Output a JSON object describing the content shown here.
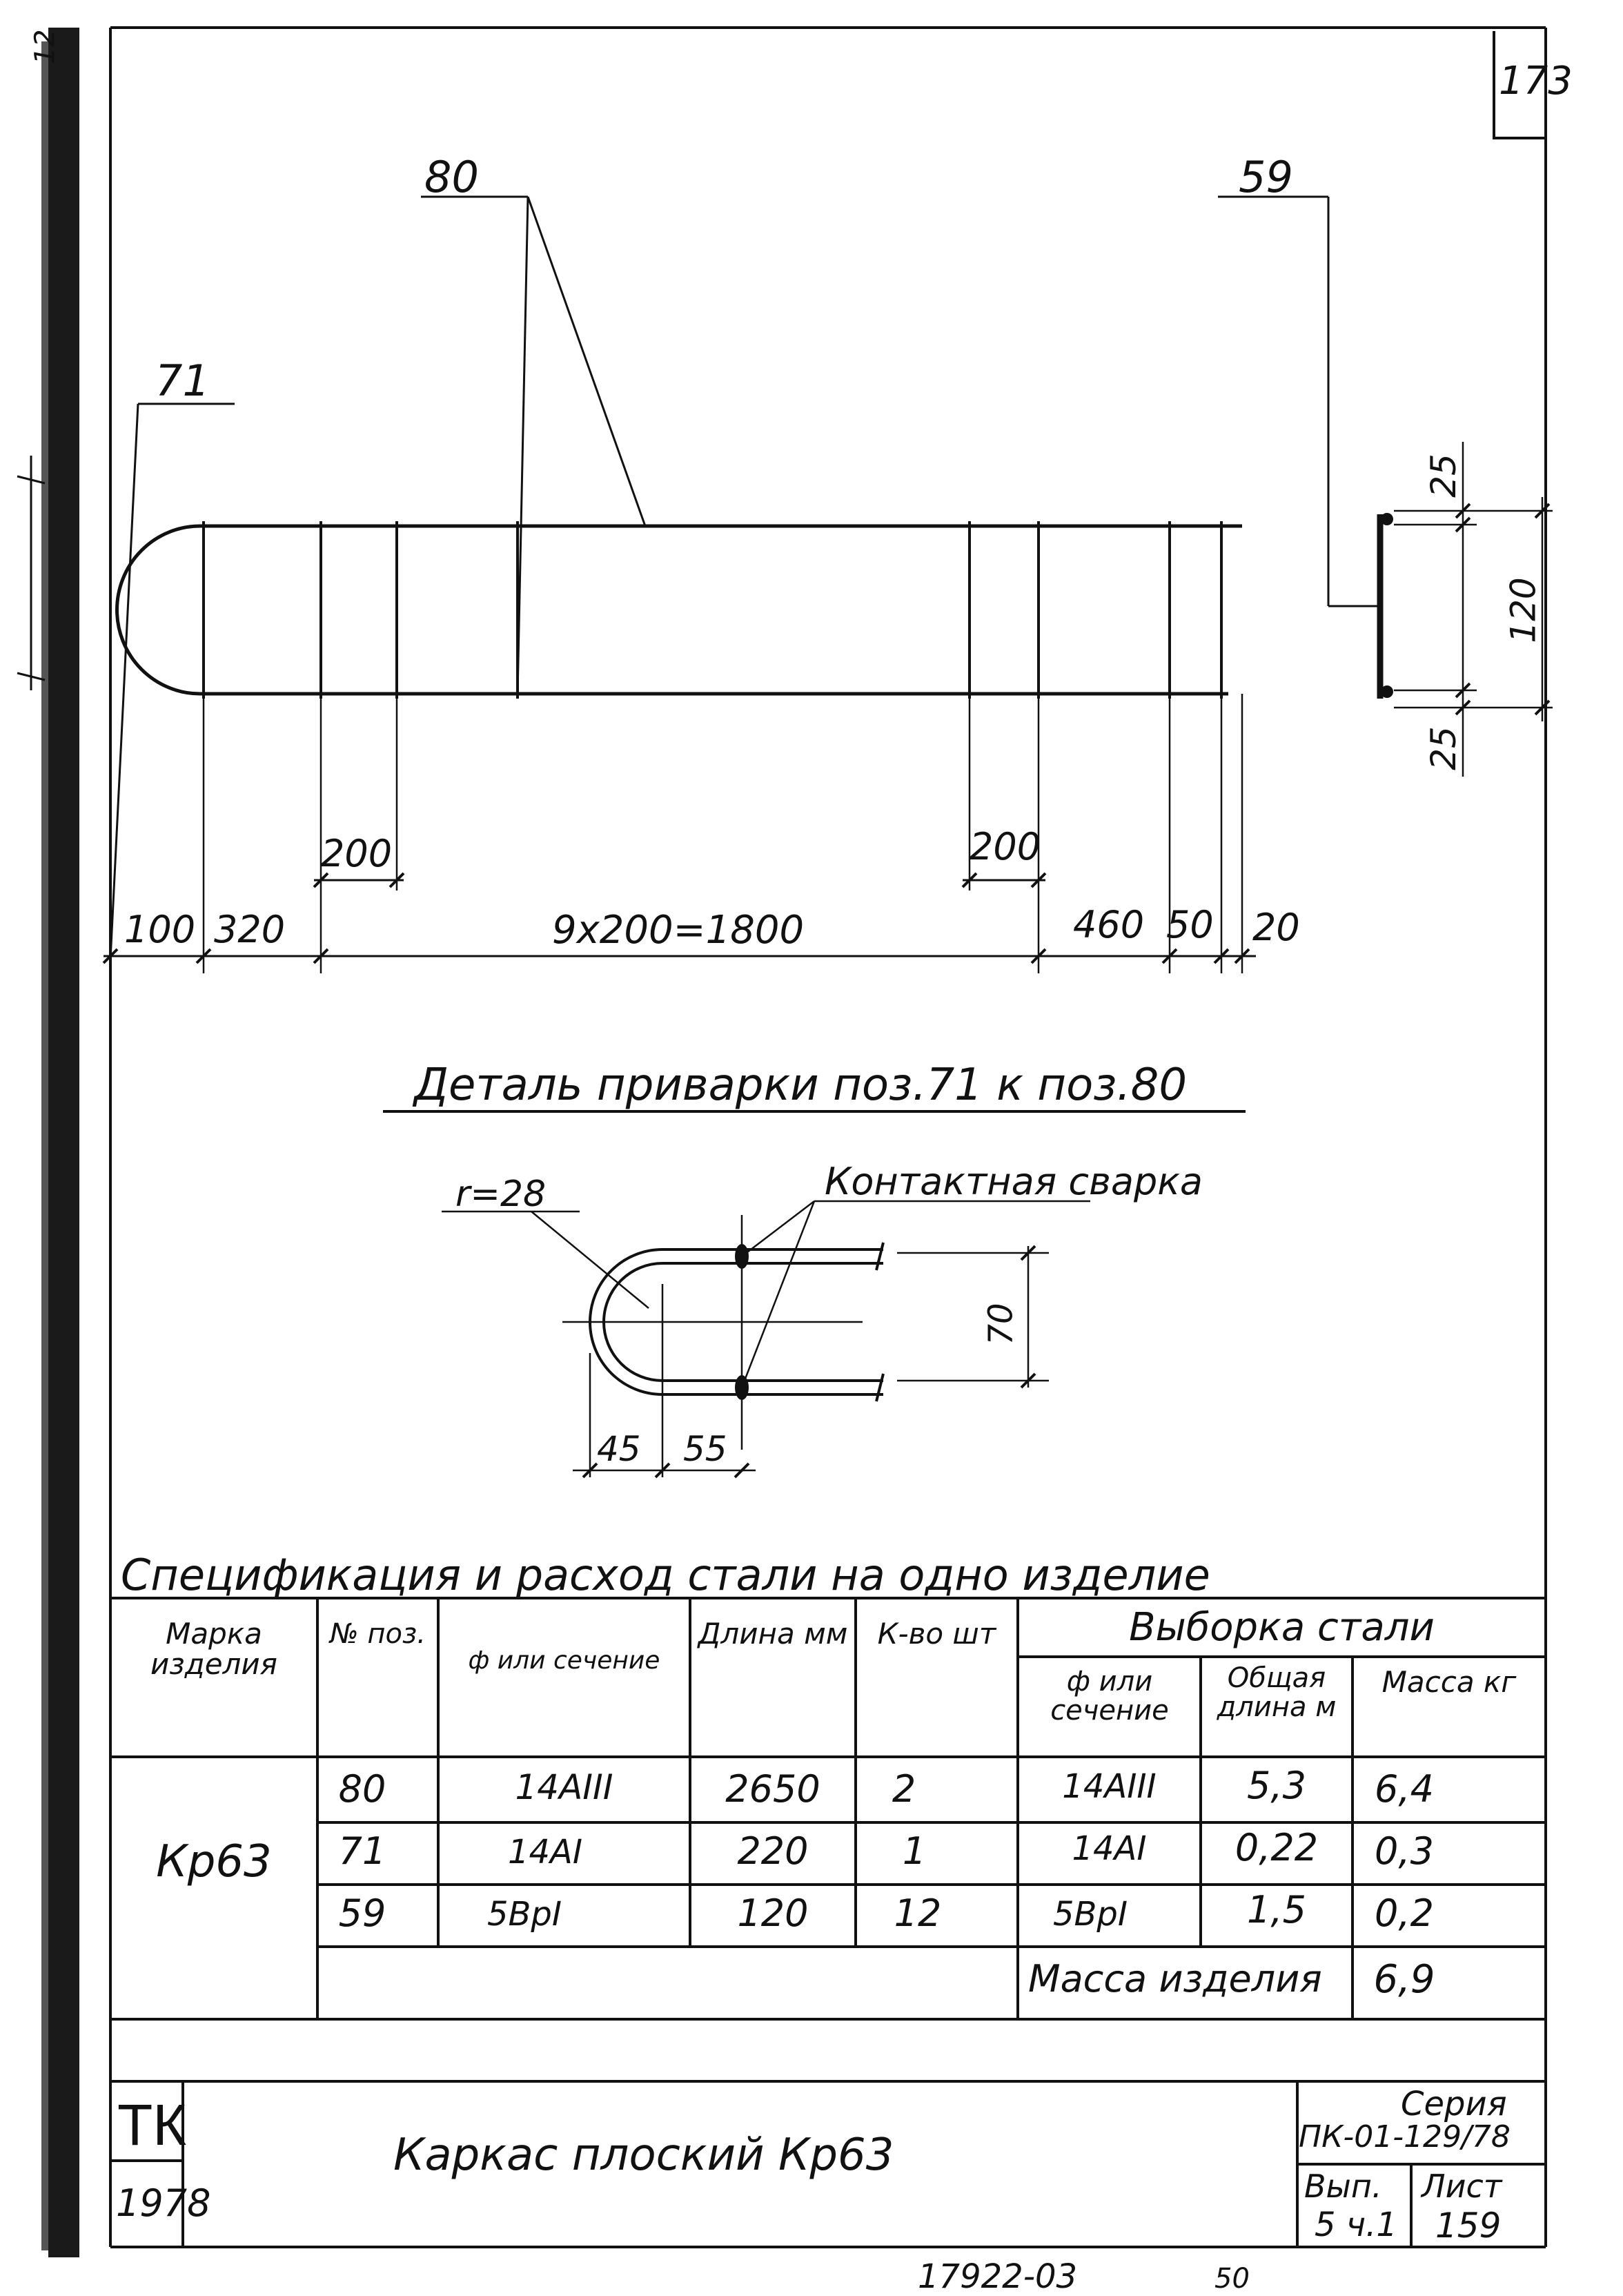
{
  "sheet": {
    "page_number": "173",
    "corner_mark": "12",
    "bottom_number": "17922-03",
    "bottom_extra": "50"
  },
  "drawing": {
    "pos_labels": {
      "p80": "80",
      "p59": "59",
      "p71": "71"
    },
    "dims_top": {
      "d200a": "200",
      "d200b": "200"
    },
    "dims_bottom": {
      "d100": "100",
      "d320": "320",
      "dmain": "9x200=1800",
      "d460": "460",
      "d50": "50",
      "d20": "20"
    },
    "section_dims": {
      "s25a": "25",
      "s120": "120",
      "s25b": "25"
    }
  },
  "detail": {
    "title": "Деталь приварки поз.71 к поз.80",
    "radius_label": "r=28",
    "weld_label": "Контактная сварка",
    "dim_70": "70",
    "dim_45": "45",
    "dim_55": "55"
  },
  "spec": {
    "title": "Спецификация и расход стали на одно изделие",
    "headers": {
      "mark": "Марка изделия",
      "pos": "№ поз.",
      "section": "ф или сечение",
      "length": "Длина мм",
      "qty": "К-во шт",
      "selection": "Выборка стали",
      "sel_section": "ф или сечение",
      "sel_length": "Общая длина м",
      "sel_mass": "Масса кг"
    },
    "mark": "Кр63",
    "rows": [
      {
        "pos": "80",
        "section": "14AIII",
        "length": "2650",
        "qty": "2",
        "sel_section": "14AIII",
        "sel_length": "5,3",
        "sel_mass": "6,4"
      },
      {
        "pos": "71",
        "section": "14AI",
        "length": "220",
        "qty": "1",
        "sel_section": "14AI",
        "sel_length": "0,22",
        "sel_mass": "0,3"
      },
      {
        "pos": "59",
        "section": "5BpI",
        "length": "120",
        "qty": "12",
        "sel_section": "5BpI",
        "sel_length": "1,5",
        "sel_mass": "0,2"
      }
    ],
    "total_label": "Масса изделия",
    "total_value": "6,9"
  },
  "title_block": {
    "org": "ТК",
    "year": "1978",
    "name": "Каркас плоский Кр63",
    "series_label": "Серия",
    "series_value": "ПК-01-129/78",
    "issue_label": "Вып.",
    "issue_value": "5 ч.1",
    "sheet_label": "Лист",
    "sheet_value": "159"
  }
}
